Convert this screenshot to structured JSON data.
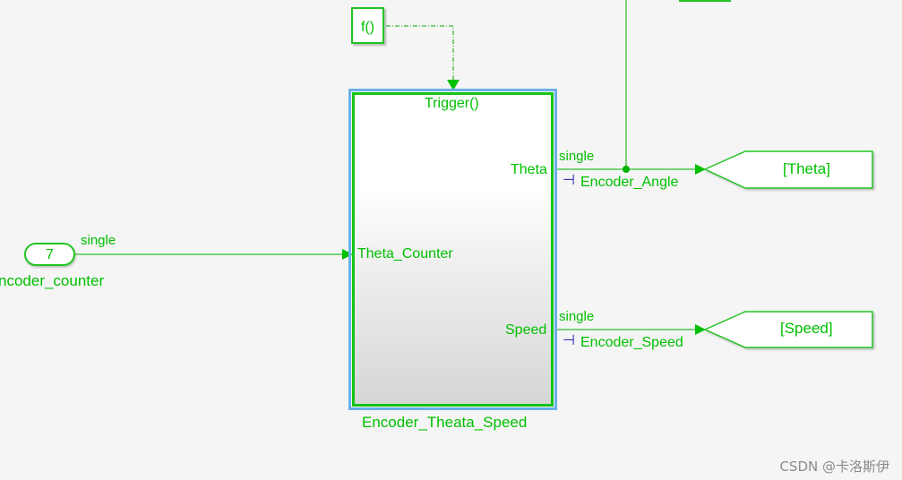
{
  "diagram": {
    "function_call_label": "f()",
    "trigger_label": "Trigger()",
    "subsystem_name": "Encoder_Theata_Speed",
    "inport": {
      "number": "7",
      "name": "ncoder_counter",
      "signal_type": "single"
    },
    "subsystem_inputs": [
      {
        "label": "Theta_Counter"
      }
    ],
    "subsystem_outputs": [
      {
        "label": "Theta",
        "signal_type": "single",
        "signal_name": "Encoder_Angle",
        "goto_tag": "[Theta]"
      },
      {
        "label": "Speed",
        "signal_type": "single",
        "signal_name": "Encoder_Speed",
        "goto_tag": "[Speed]"
      }
    ],
    "signal_icon": "bus-element-icon"
  },
  "colors": {
    "signal_green": "#00c000",
    "selection_blue": "#6bb0e8",
    "bus_icon_blue": "#1a1ab0",
    "background": "#f5f5f5"
  },
  "watermark": "CSDN @卡洛斯伊"
}
